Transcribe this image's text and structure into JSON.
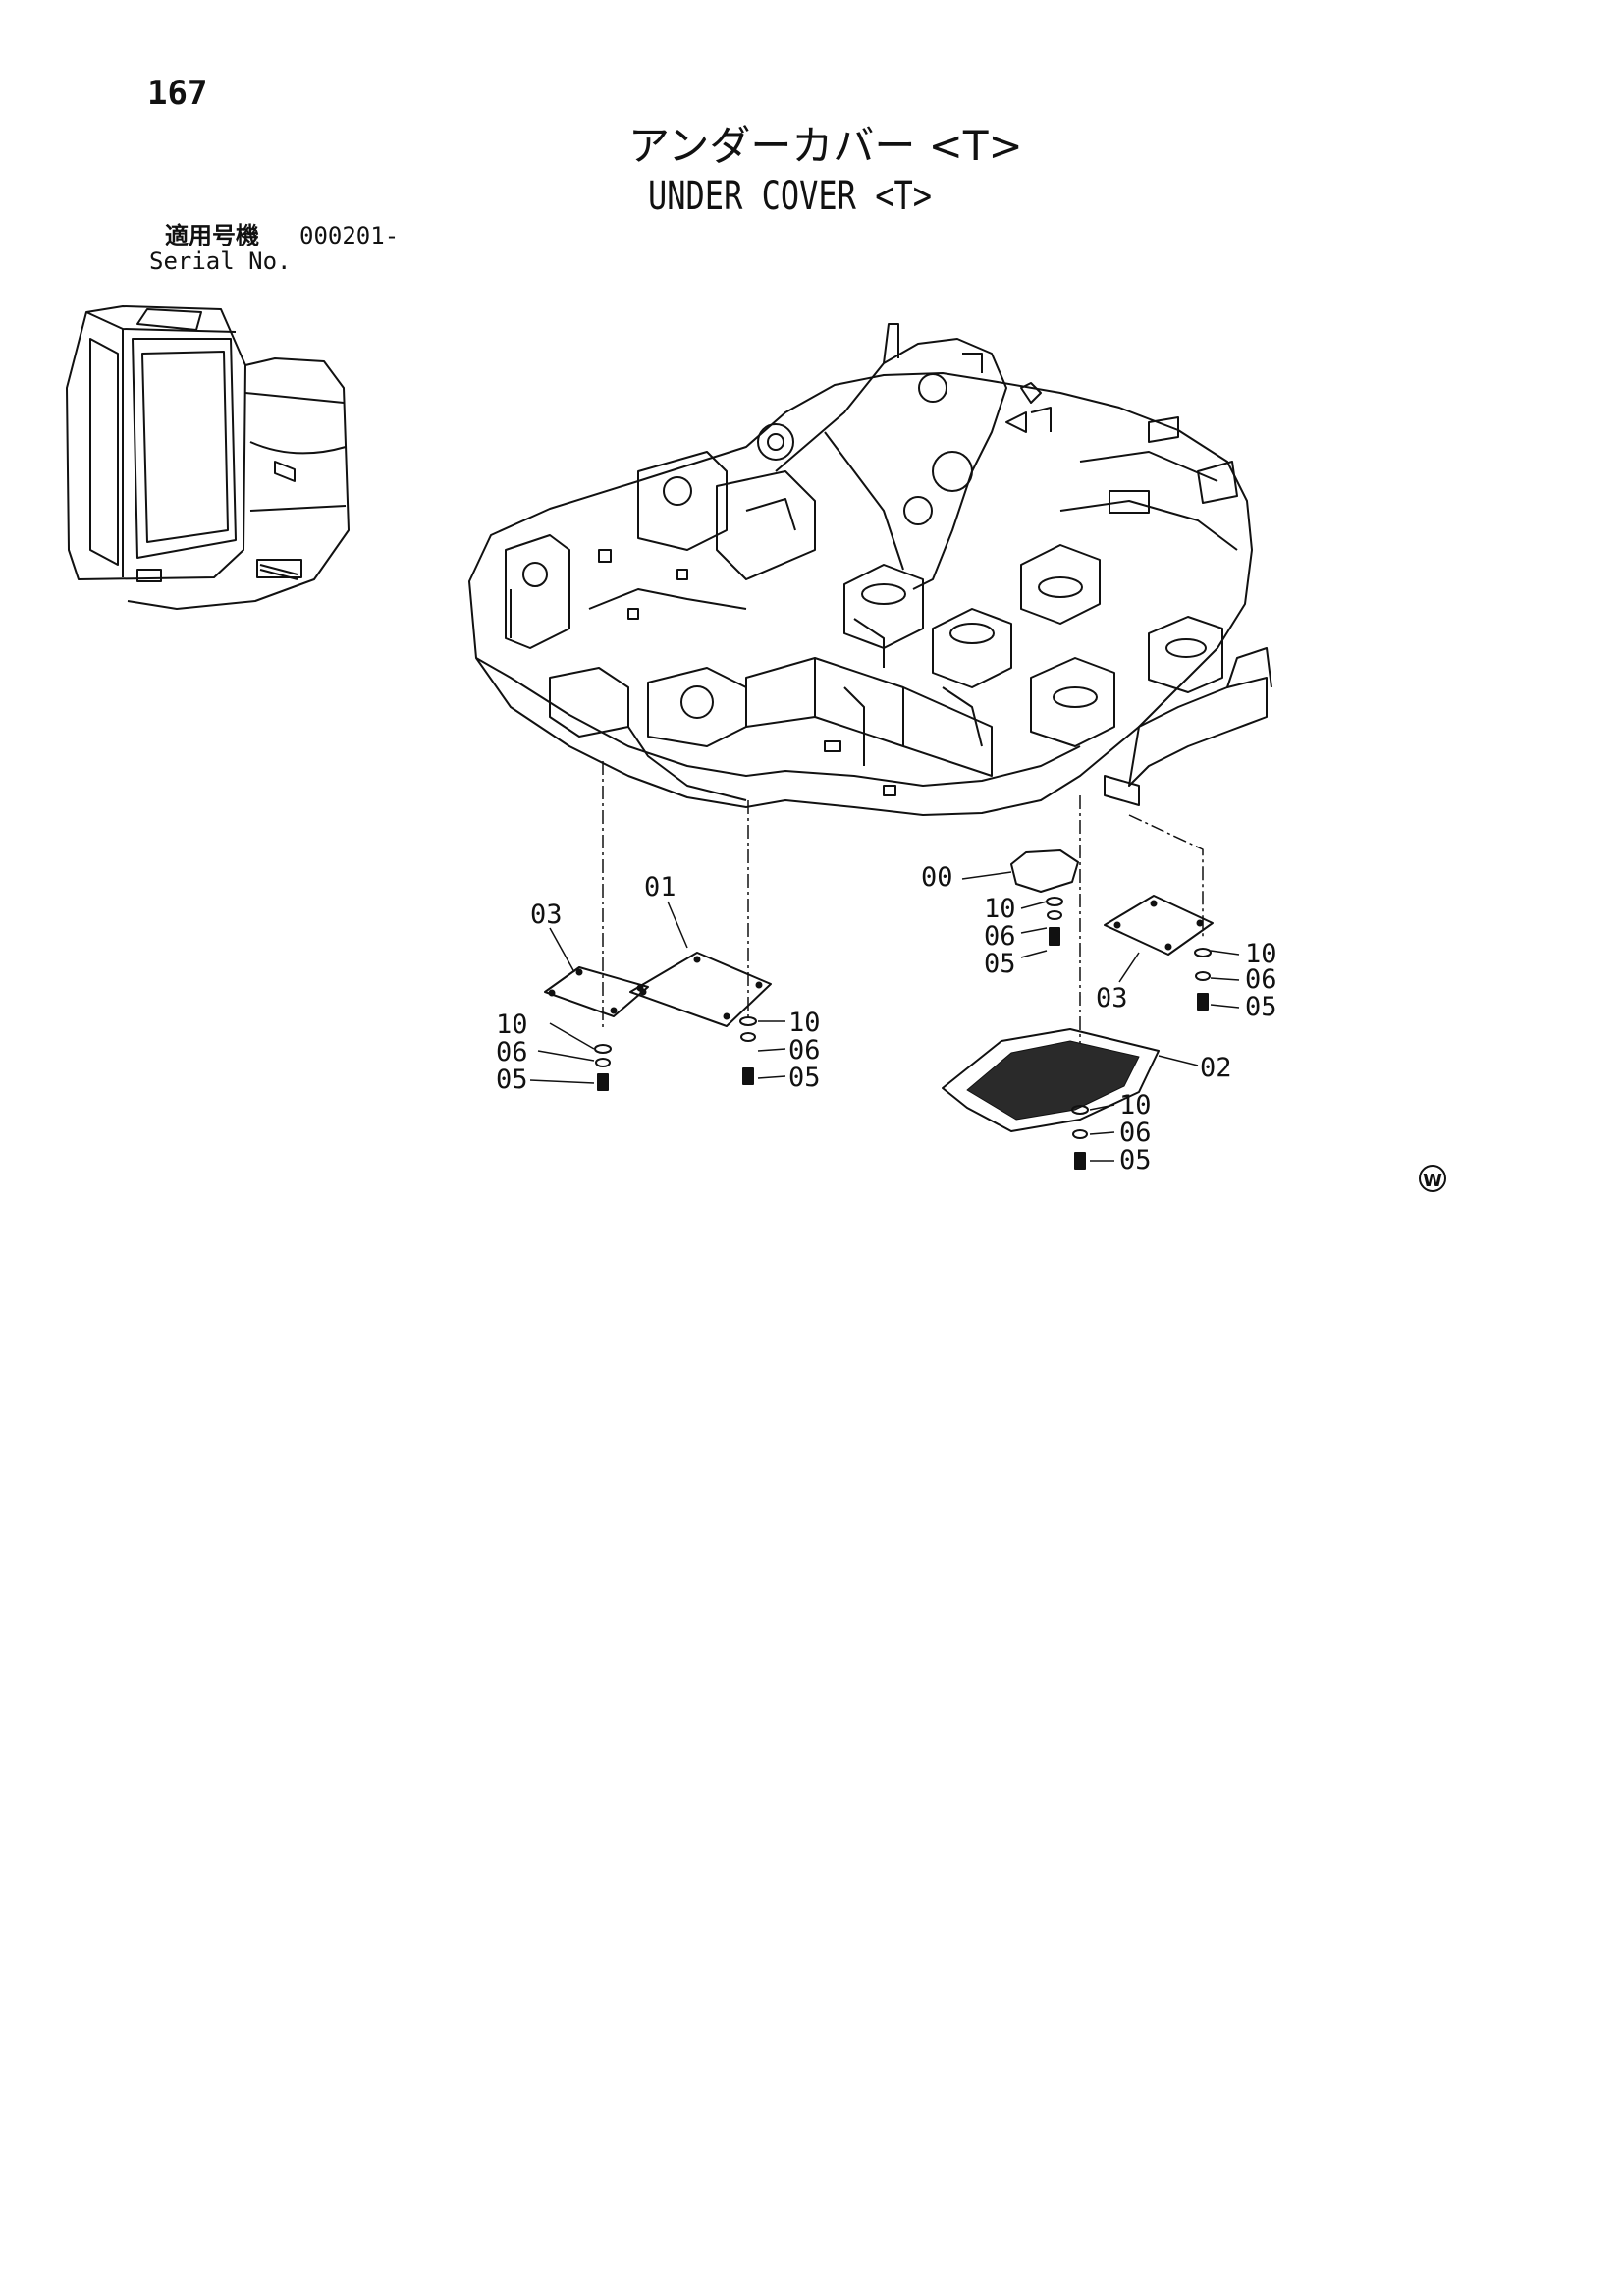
{
  "page": {
    "number": "167",
    "title_jp": "アンダーカバー <T>",
    "title_en": "UNDER COVER <T>",
    "serial_label_jp": "適用号機",
    "serial_value": "000201-",
    "serial_label_en": "Serial No.",
    "mark": "W"
  },
  "parts": {
    "p00": "00",
    "p01": "01",
    "p02": "02",
    "p03a": "03",
    "p03b": "03",
    "left_hw": [
      "10",
      "06",
      "05"
    ],
    "midleft_hw": [
      "10",
      "06",
      "05"
    ],
    "center_hw": [
      "10",
      "06",
      "05"
    ],
    "right_hw": [
      "10",
      "06",
      "05"
    ],
    "bottom_hw": [
      "10",
      "06",
      "05"
    ]
  }
}
